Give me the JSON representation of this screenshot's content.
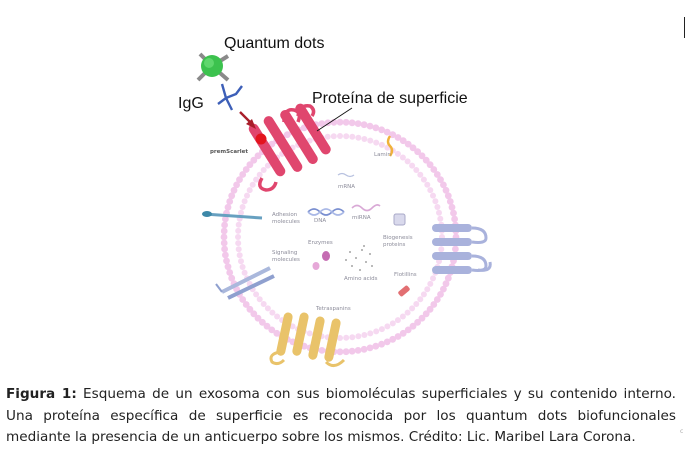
{
  "labels": {
    "quantum_dots": "Quantum dots",
    "igg": "IgG",
    "surface_protein": "Proteína de superficie",
    "premscarlet": "premScarlet",
    "lamin": "Lamin",
    "mrna_top": "mRNA",
    "dna": "DNA",
    "mirna": "miRNA",
    "adhesion": "Adhesion",
    "molecules": "molecules",
    "signaling": "Signaling",
    "enzymes": "Enzymes",
    "amino_acids": "Amino acids",
    "biogenesis": "Biogenesis",
    "proteins": "proteins",
    "flotillins": "Flotillins",
    "tetraspanins": "Tetraspanins"
  },
  "caption": {
    "prefix": "Figura 1:",
    "text": " Esquema de un exosoma con sus biomoléculas superficiales y su contenido interno. Una proteína específica de superficie es reconocida por los quantum dots biofuncionales mediante la presencia de un anticuerpo sobre los mismos. Crédito: Lic. Maribel Lara Corona."
  },
  "corner_mark": "c",
  "colors": {
    "membrane": "#f2c8ea",
    "surface_protein": "#e0466e",
    "quantum_dot": "#3cc24e",
    "antibody": "#3d5fb8",
    "arrow": "#a81e2a",
    "tetraspanin": "#e9c36a",
    "transmembrane": "#a9b2dc"
  }
}
